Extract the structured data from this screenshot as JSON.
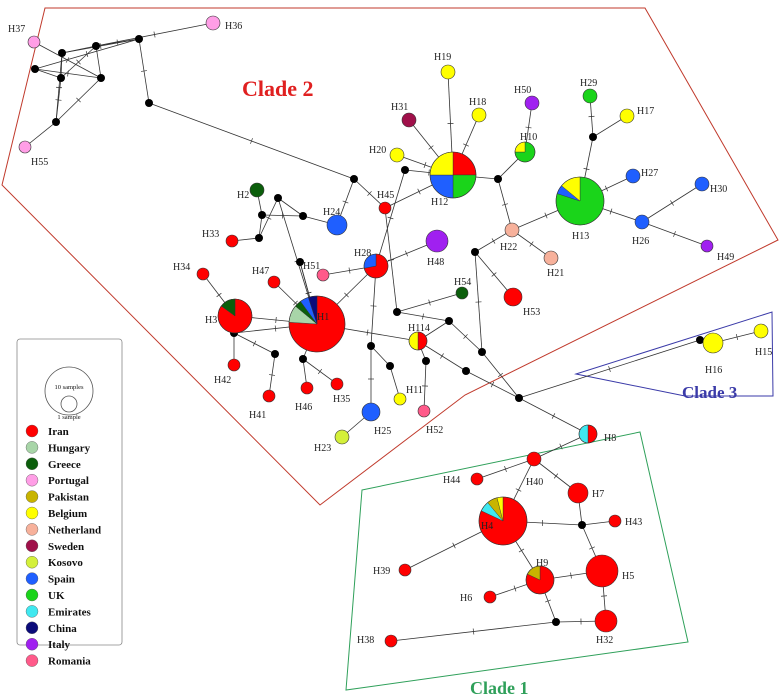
{
  "clades": [
    {
      "label": "Clade 2",
      "color": "#e02020"
    },
    {
      "label": "Clade 3",
      "color": "#3a3aa8"
    },
    {
      "label": "Clade 1",
      "color": "#2fa05a"
    }
  ],
  "size_key": {
    "large": "10 samples",
    "small": "1 sample"
  },
  "legend": [
    {
      "name": "Iran",
      "color": "#ff0000"
    },
    {
      "name": "Hungary",
      "color": "#a8d5a8"
    },
    {
      "name": "Greece",
      "color": "#0b5e0b"
    },
    {
      "name": "Portugal",
      "color": "#ff9ee6"
    },
    {
      "name": "Pakistan",
      "color": "#c8b400"
    },
    {
      "name": "Belgium",
      "color": "#ffff00"
    },
    {
      "name": "Netherland",
      "color": "#f7b19b"
    },
    {
      "name": "Sweden",
      "color": "#a0104a"
    },
    {
      "name": "Kosovo",
      "color": "#d4f03a"
    },
    {
      "name": "Spain",
      "color": "#1f5fff"
    },
    {
      "name": "UK",
      "color": "#1ad41a"
    },
    {
      "name": "Emirates",
      "color": "#40e8f0"
    },
    {
      "name": "China",
      "color": "#0b0b7a"
    },
    {
      "name": "Italy",
      "color": "#a020f0"
    },
    {
      "name": "Romania",
      "color": "#ff5a8a"
    }
  ],
  "haplotypes": [
    {
      "id": "H1",
      "label": "H1",
      "parts": [
        {
          "c": "Iran",
          "w": 0.76
        },
        {
          "c": "Hungary",
          "w": 0.1
        },
        {
          "c": "Greece",
          "w": 0.04
        },
        {
          "c": "Spain",
          "w": 0.05
        },
        {
          "c": "China",
          "w": 0.05
        }
      ]
    },
    {
      "id": "H2",
      "label": "H2",
      "parts": [
        {
          "c": "Greece",
          "w": 1
        }
      ]
    },
    {
      "id": "H3",
      "label": "H3",
      "parts": [
        {
          "c": "Iran",
          "w": 0.85
        },
        {
          "c": "Greece",
          "w": 0.15
        }
      ]
    },
    {
      "id": "H4",
      "label": "H4",
      "parts": [
        {
          "c": "Iran",
          "w": 0.82
        },
        {
          "c": "Emirates",
          "w": 0.07
        },
        {
          "c": "Pakistan",
          "w": 0.07
        },
        {
          "c": "Belgium",
          "w": 0.04
        }
      ]
    },
    {
      "id": "H5",
      "label": "H5",
      "parts": [
        {
          "c": "Iran",
          "w": 1
        }
      ]
    },
    {
      "id": "H6",
      "label": "H6",
      "parts": [
        {
          "c": "Iran",
          "w": 1
        }
      ]
    },
    {
      "id": "H7",
      "label": "H7",
      "parts": [
        {
          "c": "Iran",
          "w": 1
        }
      ]
    },
    {
      "id": "H8",
      "label": "H8",
      "parts": [
        {
          "c": "Iran",
          "w": 0.5
        },
        {
          "c": "Emirates",
          "w": 0.5
        }
      ]
    },
    {
      "id": "H9",
      "label": "H9",
      "parts": [
        {
          "c": "Iran",
          "w": 0.82
        },
        {
          "c": "Pakistan",
          "w": 0.18
        }
      ]
    },
    {
      "id": "H10",
      "label": "H10",
      "parts": [
        {
          "c": "UK",
          "w": 0.75
        },
        {
          "c": "Belgium",
          "w": 0.25
        }
      ]
    },
    {
      "id": "H11",
      "label": "H11",
      "parts": [
        {
          "c": "Belgium",
          "w": 1
        }
      ]
    },
    {
      "id": "H12",
      "label": "H12",
      "parts": [
        {
          "c": "Iran",
          "w": 0.25
        },
        {
          "c": "UK",
          "w": 0.25
        },
        {
          "c": "Spain",
          "w": 0.25
        },
        {
          "c": "Belgium",
          "w": 0.25
        }
      ]
    },
    {
      "id": "H13",
      "label": "H13",
      "parts": [
        {
          "c": "UK",
          "w": 0.8
        },
        {
          "c": "Spain",
          "w": 0.06
        },
        {
          "c": "Belgium",
          "w": 0.14
        }
      ]
    },
    {
      "id": "H14",
      "label": "H114",
      "parts": [
        {
          "c": "Iran",
          "w": 0.5
        },
        {
          "c": "Belgium",
          "w": 0.5
        }
      ]
    },
    {
      "id": "H15",
      "label": "H15",
      "parts": [
        {
          "c": "Belgium",
          "w": 1
        }
      ]
    },
    {
      "id": "H16",
      "label": "H16",
      "parts": [
        {
          "c": "Belgium",
          "w": 1
        }
      ]
    },
    {
      "id": "H17",
      "label": "H17",
      "parts": [
        {
          "c": "Belgium",
          "w": 1
        }
      ]
    },
    {
      "id": "H18",
      "label": "H18",
      "parts": [
        {
          "c": "Belgium",
          "w": 1
        }
      ]
    },
    {
      "id": "H19",
      "label": "H19",
      "parts": [
        {
          "c": "Belgium",
          "w": 1
        }
      ]
    },
    {
      "id": "H20",
      "label": "H20",
      "parts": [
        {
          "c": "Belgium",
          "w": 1
        }
      ]
    },
    {
      "id": "H21",
      "label": "H21",
      "parts": [
        {
          "c": "Netherland",
          "w": 1
        }
      ]
    },
    {
      "id": "H22",
      "label": "H22",
      "parts": [
        {
          "c": "Netherland",
          "w": 1
        }
      ]
    },
    {
      "id": "H23",
      "label": "H23",
      "parts": [
        {
          "c": "Kosovo",
          "w": 1
        }
      ]
    },
    {
      "id": "H24",
      "label": "H24",
      "parts": [
        {
          "c": "Spain",
          "w": 1
        }
      ]
    },
    {
      "id": "H25",
      "label": "H25",
      "parts": [
        {
          "c": "Spain",
          "w": 1
        }
      ]
    },
    {
      "id": "H26",
      "label": "H26",
      "parts": [
        {
          "c": "Spain",
          "w": 1
        }
      ]
    },
    {
      "id": "H27",
      "label": "H27",
      "parts": [
        {
          "c": "Spain",
          "w": 1
        }
      ]
    },
    {
      "id": "H28",
      "label": "H28",
      "parts": [
        {
          "c": "Iran",
          "w": 0.72
        },
        {
          "c": "Spain",
          "w": 0.28
        }
      ]
    },
    {
      "id": "H29",
      "label": "H29",
      "parts": [
        {
          "c": "UK",
          "w": 1
        }
      ]
    },
    {
      "id": "H30",
      "label": "H30",
      "parts": [
        {
          "c": "Spain",
          "w": 1
        }
      ]
    },
    {
      "id": "H31",
      "label": "H31",
      "parts": [
        {
          "c": "Sweden",
          "w": 1
        }
      ]
    },
    {
      "id": "H32",
      "label": "H32",
      "parts": [
        {
          "c": "Iran",
          "w": 1
        }
      ]
    },
    {
      "id": "H33",
      "label": "H33",
      "parts": [
        {
          "c": "Iran",
          "w": 1
        }
      ]
    },
    {
      "id": "H34",
      "label": "H34",
      "parts": [
        {
          "c": "Iran",
          "w": 1
        }
      ]
    },
    {
      "id": "H35",
      "label": "H35",
      "parts": [
        {
          "c": "Iran",
          "w": 1
        }
      ]
    },
    {
      "id": "H36",
      "label": "H36",
      "parts": [
        {
          "c": "Portugal",
          "w": 1
        }
      ]
    },
    {
      "id": "H37",
      "label": "H37",
      "parts": [
        {
          "c": "Portugal",
          "w": 1
        }
      ]
    },
    {
      "id": "H38",
      "label": "H38",
      "parts": [
        {
          "c": "Iran",
          "w": 1
        }
      ]
    },
    {
      "id": "H39",
      "label": "H39",
      "parts": [
        {
          "c": "Iran",
          "w": 1
        }
      ]
    },
    {
      "id": "H40",
      "label": "H40",
      "parts": [
        {
          "c": "Iran",
          "w": 1
        }
      ]
    },
    {
      "id": "H41",
      "label": "H41",
      "parts": [
        {
          "c": "Iran",
          "w": 1
        }
      ]
    },
    {
      "id": "H42",
      "label": "H42",
      "parts": [
        {
          "c": "Iran",
          "w": 1
        }
      ]
    },
    {
      "id": "H43",
      "label": "H43",
      "parts": [
        {
          "c": "Iran",
          "w": 1
        }
      ]
    },
    {
      "id": "H44",
      "label": "H44",
      "parts": [
        {
          "c": "Iran",
          "w": 1
        }
      ]
    },
    {
      "id": "H45",
      "label": "H45",
      "parts": [
        {
          "c": "Iran",
          "w": 1
        }
      ]
    },
    {
      "id": "H46",
      "label": "H46",
      "parts": [
        {
          "c": "Iran",
          "w": 1
        }
      ]
    },
    {
      "id": "H47",
      "label": "H47",
      "parts": [
        {
          "c": "Iran",
          "w": 1
        }
      ]
    },
    {
      "id": "H48",
      "label": "H48",
      "parts": [
        {
          "c": "Italy",
          "w": 1
        }
      ]
    },
    {
      "id": "H49",
      "label": "H49",
      "parts": [
        {
          "c": "Italy",
          "w": 1
        }
      ]
    },
    {
      "id": "H50",
      "label": "H50",
      "parts": [
        {
          "c": "Italy",
          "w": 1
        }
      ]
    },
    {
      "id": "H51",
      "label": "H51",
      "parts": [
        {
          "c": "Romania",
          "w": 1
        }
      ]
    },
    {
      "id": "H52",
      "label": "H52",
      "parts": [
        {
          "c": "Romania",
          "w": 1
        }
      ]
    },
    {
      "id": "H53",
      "label": "H53",
      "parts": [
        {
          "c": "Iran",
          "w": 1
        }
      ]
    },
    {
      "id": "H54",
      "label": "H54",
      "parts": [
        {
          "c": "Greece",
          "w": 1
        }
      ]
    },
    {
      "id": "H55",
      "label": "H55",
      "parts": [
        {
          "c": "Portugal",
          "w": 1
        }
      ]
    }
  ],
  "edges": [
    [
      "H1",
      "v_h1a"
    ],
    [
      "H1",
      "v_h1b"
    ],
    [
      "H1",
      "v_h1c"
    ],
    [
      "H1",
      "H47"
    ],
    [
      "H1",
      "H3"
    ],
    [
      "H1",
      "v_h1d"
    ],
    [
      "H1",
      "H28"
    ],
    [
      "H1",
      "H14"
    ],
    [
      "v_h1a",
      "v_h24a"
    ],
    [
      "v_h1a",
      "v_h33"
    ],
    [
      "v_h33",
      "H33"
    ],
    [
      "v_h33",
      "v_h2"
    ],
    [
      "v_h2",
      "H2"
    ],
    [
      "v_h2",
      "v_h24a"
    ],
    [
      "v_h24a",
      "H24"
    ],
    [
      "H24",
      "v_top"
    ],
    [
      "v_top",
      "H45"
    ],
    [
      "v_top",
      "v_por"
    ],
    [
      "H45",
      "H12"
    ],
    [
      "H45",
      "v_mid1"
    ],
    [
      "H3",
      "H34"
    ],
    [
      "v_h1b",
      "H42"
    ],
    [
      "v_h1b",
      "v_h41"
    ],
    [
      "v_h41",
      "H41"
    ],
    [
      "v_h1c",
      "H46"
    ],
    [
      "v_h1c",
      "H35"
    ],
    [
      "v_h1d",
      "H1"
    ],
    [
      "H28",
      "H51"
    ],
    [
      "H28",
      "H48"
    ],
    [
      "H28",
      "v_h28"
    ],
    [
      "v_h28",
      "H25"
    ],
    [
      "H25",
      "H23"
    ],
    [
      "v_h28",
      "v_h11"
    ],
    [
      "v_h11",
      "H11"
    ],
    [
      "H28",
      "v_h12"
    ],
    [
      "v_h12",
      "H12"
    ],
    [
      "H12",
      "H31"
    ],
    [
      "H12",
      "H19"
    ],
    [
      "H12",
      "H18"
    ],
    [
      "H12",
      "H20"
    ],
    [
      "H12",
      "v_h10"
    ],
    [
      "v_h10",
      "H10"
    ],
    [
      "H10",
      "H50"
    ],
    [
      "v_h10",
      "H22"
    ],
    [
      "H22",
      "H21"
    ],
    [
      "H22",
      "H13"
    ],
    [
      "H22",
      "v_low"
    ],
    [
      "H13",
      "v_h29"
    ],
    [
      "v_h29",
      "H29"
    ],
    [
      "v_h29",
      "H17"
    ],
    [
      "H13",
      "H27"
    ],
    [
      "H13",
      "H26"
    ],
    [
      "H26",
      "H30"
    ],
    [
      "H26",
      "H49"
    ],
    [
      "v_mid1",
      "H54"
    ],
    [
      "v_mid1",
      "v_h14"
    ],
    [
      "v_h14",
      "H14"
    ],
    [
      "H14",
      "v_h52"
    ],
    [
      "v_h52",
      "H52"
    ],
    [
      "v_h14",
      "v_j"
    ],
    [
      "v_low",
      "H53"
    ],
    [
      "v_low",
      "v_j"
    ],
    [
      "v_j",
      "v_hub"
    ],
    [
      "H14",
      "v_j2"
    ],
    [
      "v_j2",
      "v_hub"
    ],
    [
      "v_hub",
      "H8"
    ],
    [
      "v_hub",
      "v_c3"
    ],
    [
      "v_c3",
      "H16"
    ],
    [
      "H16",
      "H15"
    ],
    [
      "H8",
      "H40"
    ],
    [
      "H40",
      "H44"
    ],
    [
      "H40",
      "H7"
    ],
    [
      "H40",
      "H4"
    ],
    [
      "H7",
      "v_h5"
    ],
    [
      "v_h5",
      "H43"
    ],
    [
      "v_h5",
      "H4"
    ],
    [
      "v_h5",
      "H5"
    ],
    [
      "H4",
      "H39"
    ],
    [
      "H4",
      "H9"
    ],
    [
      "H9",
      "H6"
    ],
    [
      "H9",
      "H5"
    ],
    [
      "H5",
      "H32"
    ],
    [
      "H32",
      "v_h38"
    ],
    [
      "v_h38",
      "H38"
    ],
    [
      "v_h38",
      "H9"
    ],
    [
      "v_por",
      "p1"
    ],
    [
      "p1",
      "p2"
    ],
    [
      "p1",
      "p3"
    ],
    [
      "p1",
      "p4"
    ],
    [
      "p2",
      "p3"
    ],
    [
      "p2",
      "p5"
    ],
    [
      "p3",
      "p6"
    ],
    [
      "p4",
      "p5"
    ],
    [
      "p4",
      "p6"
    ],
    [
      "p5",
      "p7"
    ],
    [
      "p6",
      "p7"
    ],
    [
      "p7",
      "p2"
    ],
    [
      "p3",
      "H36"
    ],
    [
      "p6",
      "H37"
    ],
    [
      "p7",
      "H55"
    ],
    [
      "p5",
      "p3"
    ]
  ]
}
